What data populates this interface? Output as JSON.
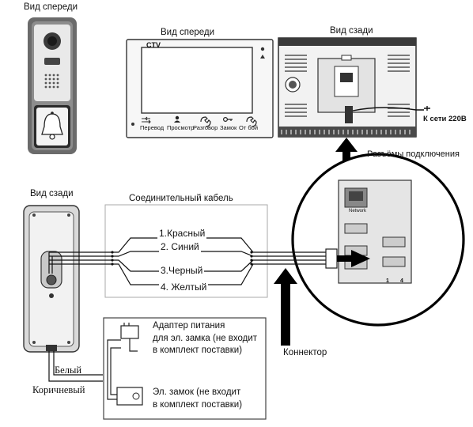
{
  "labels": {
    "outdoor_front_title": "Вид спереди",
    "outdoor_rear_title": "Вид сзади",
    "monitor_front_title": "Вид спереди",
    "monitor_rear_title": "Вид сзади",
    "connectors_title": "Разъёмы подключения",
    "cable_title": "Соединительный кабель",
    "connector_label": "Коннектор",
    "mains_label": "К сети 220В"
  },
  "wires": [
    {
      "label": "1.Красный"
    },
    {
      "label": "2. Синий"
    },
    {
      "label": "3.Черный"
    },
    {
      "label": "4. Желтый"
    }
  ],
  "lock_wires": {
    "white": "Белый",
    "brown": "Коричневый"
  },
  "accessories": {
    "adapter": "Адаптер питания\nдля эл. замка (не входит\nв комплект поставки)",
    "lock": "Эл. замок (не входит\nв комплект поставки)"
  },
  "monitor_buttons": [
    "Перевод",
    "Просмотр",
    "Разговор",
    "Замок",
    "От бой"
  ],
  "brand": "CTV",
  "port_labels": {
    "network": "Network",
    "pin_1": "1",
    "pin_4": "4"
  }
}
